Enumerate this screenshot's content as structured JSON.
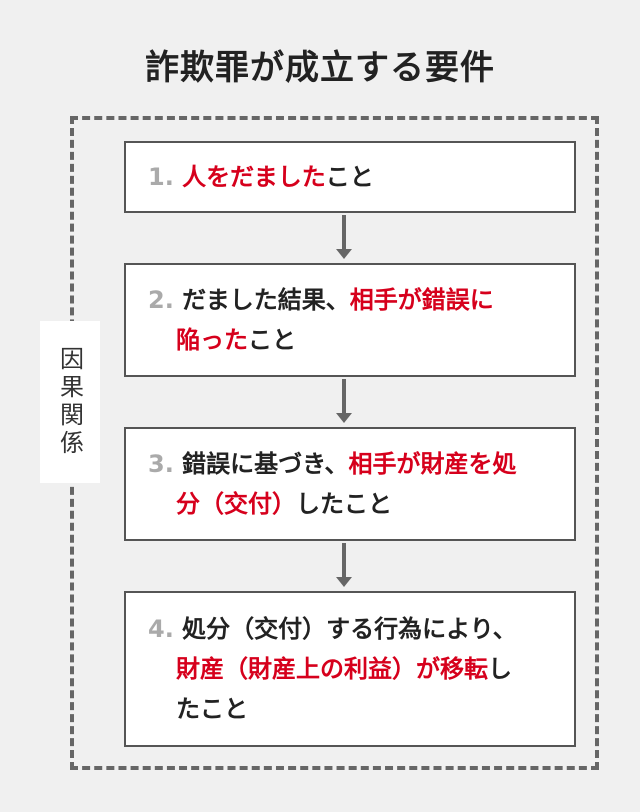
{
  "title": "詐欺罪が成立する要件",
  "side_label": "因果関係",
  "steps": [
    {
      "number": "1.",
      "lines": [
        [
          {
            "text": "人をだました",
            "red": true
          },
          {
            "text": "こと",
            "red": false
          }
        ]
      ]
    },
    {
      "number": "2.",
      "lines": [
        [
          {
            "text": "だました結果、",
            "red": false
          },
          {
            "text": "相手が錯誤に",
            "red": true
          }
        ],
        [
          {
            "text": "陥った",
            "red": true
          },
          {
            "text": "こと",
            "red": false
          }
        ]
      ]
    },
    {
      "number": "3.",
      "lines": [
        [
          {
            "text": "錯誤に基づき、",
            "red": false
          },
          {
            "text": "相手が財産を処",
            "red": true
          }
        ],
        [
          {
            "text": "分（交付）",
            "red": true
          },
          {
            "text": "したこと",
            "red": false
          }
        ]
      ]
    },
    {
      "number": "4.",
      "lines": [
        [
          {
            "text": "処分（交付）する行為により、",
            "red": false
          }
        ],
        [
          {
            "text": "財産（財産上の利益）が移転",
            "red": true
          },
          {
            "text": "し",
            "red": false
          }
        ],
        [
          {
            "text": "たこと",
            "red": false
          }
        ]
      ]
    }
  ],
  "colors": {
    "accent_red": "#d6001c",
    "number_gray": "#aaaaaa",
    "frame_gray": "#666666"
  }
}
